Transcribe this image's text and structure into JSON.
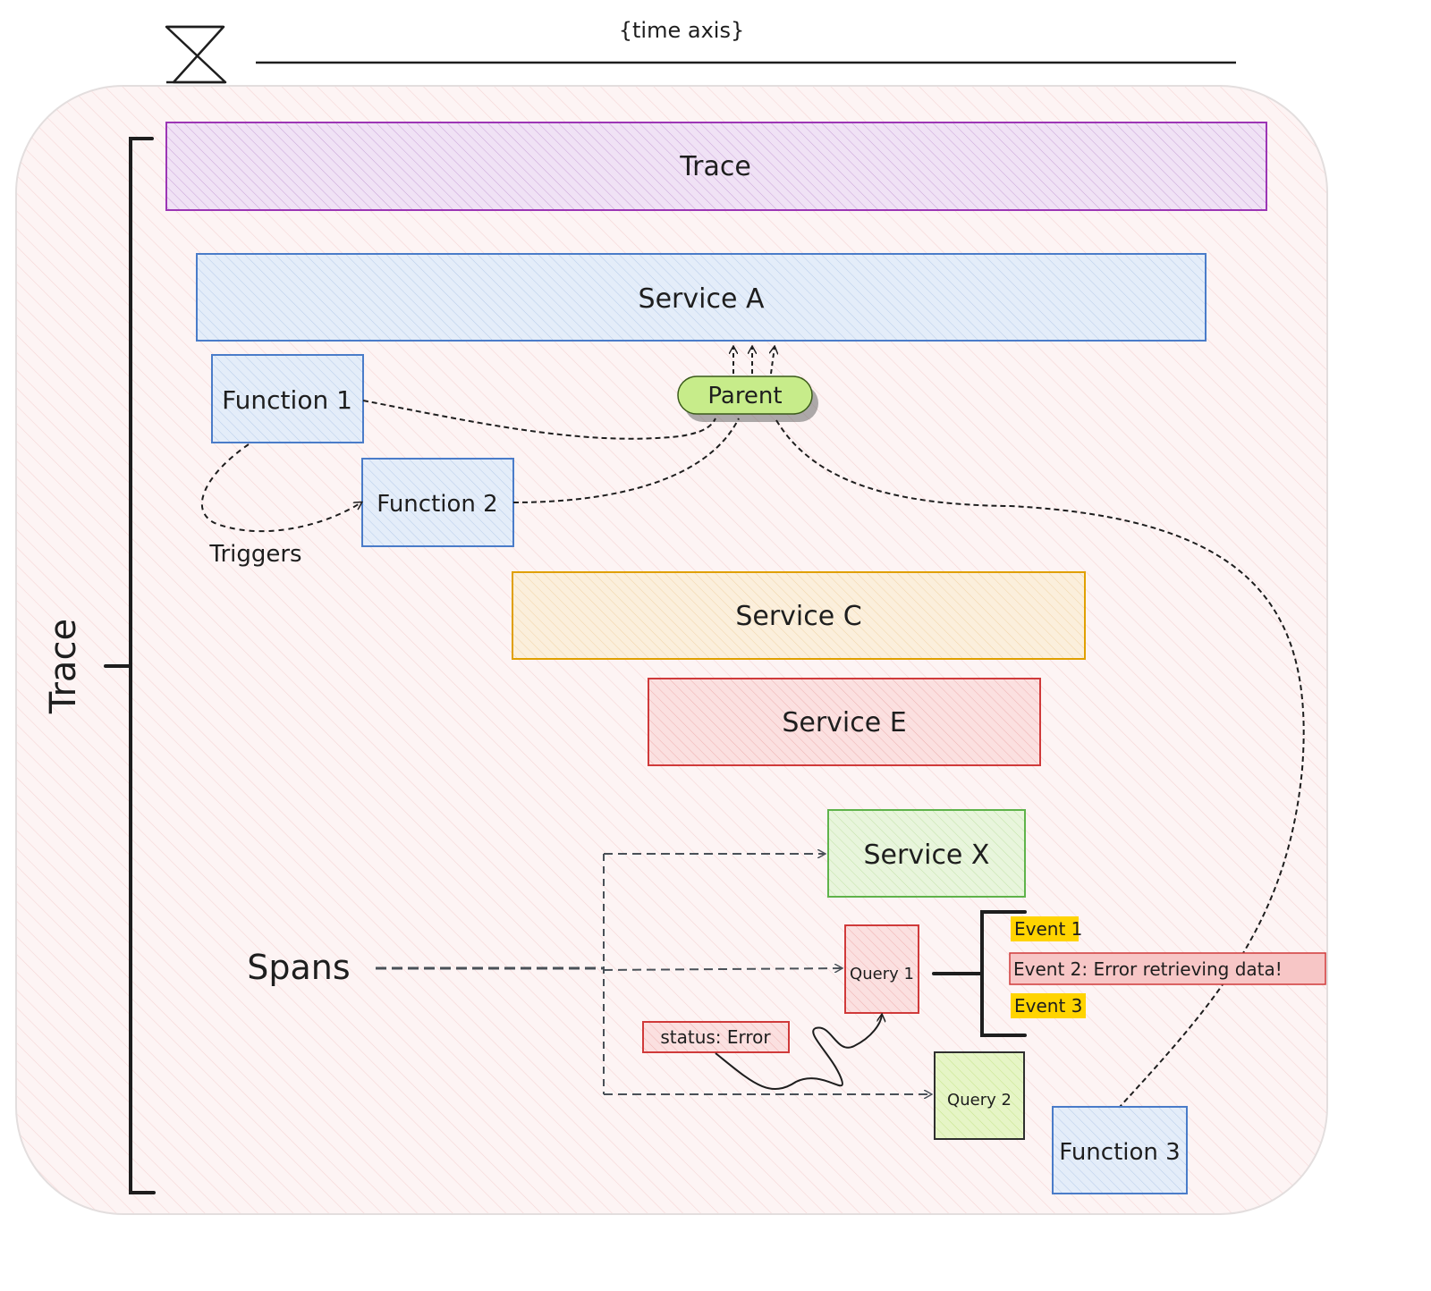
{
  "time_axis_label": "{time axis}",
  "trace_side_label": "Trace",
  "spans_label": "Spans",
  "triggers_label": "Triggers",
  "parent_label": "Parent",
  "status_label": "status: Error",
  "boxes": {
    "trace": "Trace",
    "service_a": "Service A",
    "function_1": "Function 1",
    "function_2": "Function 2",
    "service_c": "Service C",
    "service_e": "Service E",
    "service_x": "Service X",
    "query_1": "Query 1",
    "query_2": "Query 2",
    "function_3": "Function 3"
  },
  "events": {
    "event_1": "Event 1",
    "event_2": "Event 2: Error retrieving data!",
    "event_3": "Event 3"
  },
  "colors": {
    "trace": "#9c36b5",
    "service_a": "#4a7cc9",
    "function": "#4a7cc9",
    "service_c": "#e0a000",
    "service_e": "#d03a3a",
    "service_x": "#5fb34a",
    "query_1": "#d03a3a",
    "query_2": "#2f2f2f",
    "parent_fill": "#c7ec8a",
    "event_highlight": "#ffd400",
    "event_error_fill": "#f7c6c6"
  }
}
